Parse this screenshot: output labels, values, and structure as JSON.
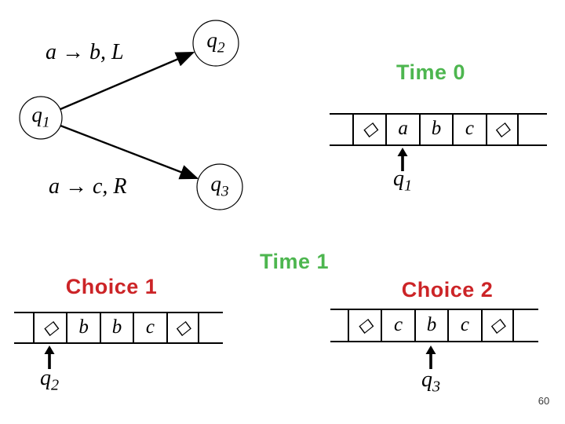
{
  "slide": {
    "page_number": "60",
    "background_color": "#ffffff"
  },
  "colors": {
    "time_title_green": "#4db64f",
    "choice_title_red": "#cc2427",
    "ink": "#000000"
  },
  "state_diagram": {
    "nodes": [
      {
        "id": "q1",
        "base": "q",
        "sub": "1"
      },
      {
        "id": "q2",
        "base": "q",
        "sub": "2"
      },
      {
        "id": "q3",
        "base": "q",
        "sub": "3"
      }
    ],
    "edges": [
      {
        "from": "q1",
        "to": "q2",
        "label": "a → b, L"
      },
      {
        "from": "q1",
        "to": "q3",
        "label": "a → c, R"
      }
    ]
  },
  "time0": {
    "title": "Time 0",
    "tape_cells": [
      "◇",
      "a",
      "b",
      "c",
      "◇"
    ],
    "head_cell_index": 1,
    "head_state": {
      "base": "q",
      "sub": "1"
    }
  },
  "time1": {
    "title": "Time 1",
    "choices": [
      {
        "title": "Choice 1",
        "tape_cells": [
          "◇",
          "b",
          "b",
          "c",
          "◇"
        ],
        "head_cell_index": 0,
        "head_state": {
          "base": "q",
          "sub": "2"
        }
      },
      {
        "title": "Choice 2",
        "tape_cells": [
          "◇",
          "c",
          "b",
          "c",
          "◇"
        ],
        "head_cell_index": 2,
        "head_state": {
          "base": "q",
          "sub": "3"
        }
      }
    ]
  }
}
